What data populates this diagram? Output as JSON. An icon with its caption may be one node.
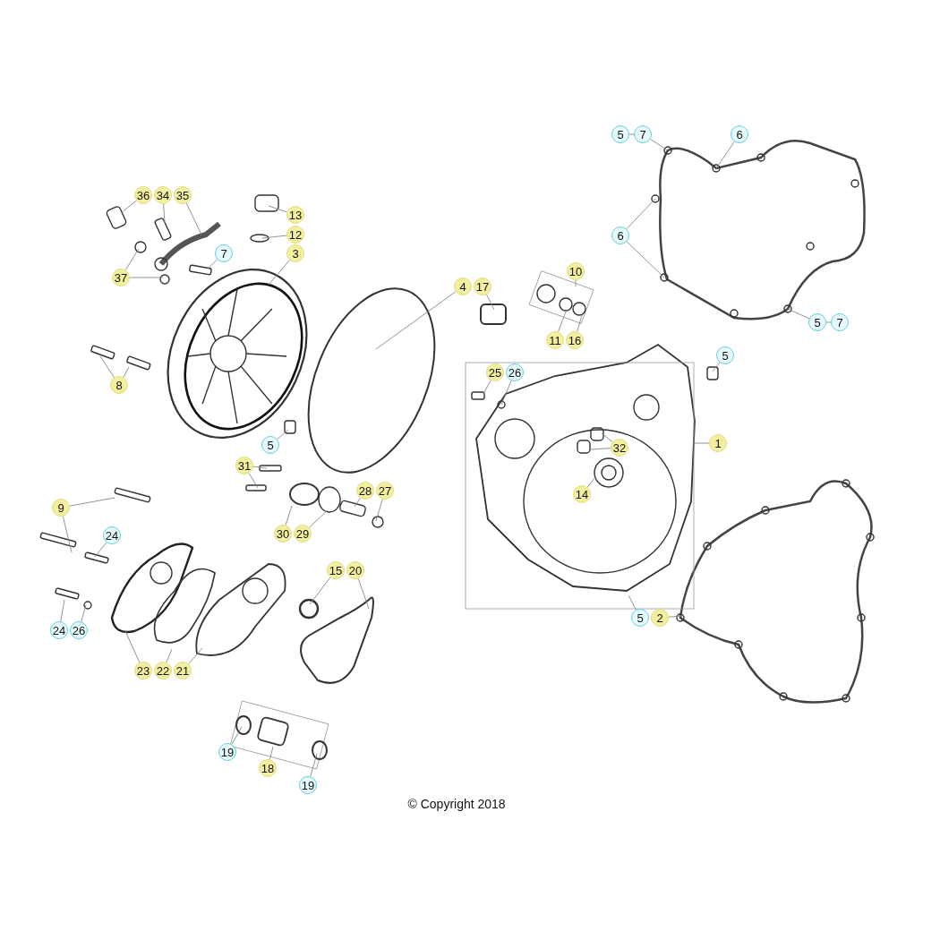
{
  "diagram": {
    "nodes": [
      {
        "text": [
          "5"
        ]
      },
      {
        "text": [
          "7"
        ]
      },
      {
        "text": [
          "6"
        ]
      },
      {
        "text": [
          "6"
        ]
      },
      {
        "text": [
          "5"
        ]
      },
      {
        "text": [
          "7"
        ]
      },
      {
        "text": [
          "36"
        ]
      },
      {
        "text": [
          "34"
        ]
      },
      {
        "text": [
          "35"
        ]
      },
      {
        "text": [
          "13"
        ]
      },
      {
        "text": [
          "12"
        ]
      },
      {
        "text": [
          "3"
        ]
      },
      {
        "text": [
          "7"
        ]
      },
      {
        "text": [
          "37"
        ]
      },
      {
        "text": [
          "4"
        ]
      },
      {
        "text": [
          "17"
        ]
      },
      {
        "text": [
          "10"
        ]
      },
      {
        "text": [
          "11"
        ]
      },
      {
        "text": [
          "16"
        ]
      },
      {
        "text": [
          "5"
        ]
      },
      {
        "text": [
          "8"
        ]
      },
      {
        "text": [
          "25"
        ]
      },
      {
        "text": [
          "26"
        ]
      },
      {
        "text": [
          "1"
        ]
      },
      {
        "text": [
          "5"
        ]
      },
      {
        "text": [
          "32"
        ]
      },
      {
        "text": [
          "31"
        ]
      },
      {
        "text": [
          "14"
        ]
      },
      {
        "text": [
          "28"
        ]
      },
      {
        "text": [
          "27"
        ]
      },
      {
        "text": [
          "9"
        ]
      },
      {
        "text": [
          "24"
        ]
      },
      {
        "text": [
          "30"
        ]
      },
      {
        "text": [
          "29"
        ]
      },
      {
        "text": [
          "15"
        ]
      },
      {
        "text": [
          "20"
        ]
      },
      {
        "text": [
          "5"
        ]
      },
      {
        "text": [
          "2"
        ]
      },
      {
        "text": [
          "24"
        ]
      },
      {
        "text": [
          "26"
        ]
      },
      {
        "text": [
          "23"
        ]
      },
      {
        "text": [
          "22"
        ]
      },
      {
        "text": [
          "21"
        ]
      },
      {
        "text": [
          "19"
        ]
      },
      {
        "text": [
          "18"
        ]
      },
      {
        "text": [
          "19"
        ]
      }
    ],
    "edges": [
      {
        "from": 0,
        "to": 1,
        "arrow": "none"
      },
      {
        "from": 4,
        "to": 5,
        "arrow": "none"
      },
      {
        "from": 1,
        "to": null,
        "arrow": "none"
      },
      {
        "from": 2,
        "to": null,
        "arrow": "none"
      },
      {
        "from": 3,
        "to": null,
        "arrow": "none"
      },
      {
        "from": 3,
        "to": null,
        "arrow": "none"
      },
      {
        "from": 4,
        "to": null,
        "arrow": "none"
      },
      {
        "from": 6,
        "to": null,
        "arrow": "none"
      },
      {
        "from": 7,
        "to": null,
        "arrow": "none"
      },
      {
        "from": 8,
        "to": null,
        "arrow": "none"
      },
      {
        "from": 9,
        "to": null,
        "arrow": "none"
      },
      {
        "from": 10,
        "to": null,
        "arrow": "none"
      },
      {
        "from": 11,
        "to": null,
        "arrow": "none"
      },
      {
        "from": 12,
        "to": null,
        "arrow": "none"
      },
      {
        "from": 13,
        "to": null,
        "arrow": "none"
      },
      {
        "from": 13,
        "to": null,
        "arrow": "none"
      },
      {
        "from": 14,
        "to": null,
        "arrow": "none"
      },
      {
        "from": 15,
        "to": null,
        "arrow": "none"
      },
      {
        "from": 16,
        "to": null,
        "arrow": "none"
      },
      {
        "from": 17,
        "to": null,
        "arrow": "none"
      },
      {
        "from": 18,
        "to": null,
        "arrow": "none"
      },
      {
        "from": 19,
        "to": null,
        "arrow": "none"
      },
      {
        "from": 20,
        "to": null,
        "arrow": "none"
      },
      {
        "from": 20,
        "to": null,
        "arrow": "none"
      },
      {
        "from": 21,
        "to": null,
        "arrow": "none"
      },
      {
        "from": 22,
        "to": null,
        "arrow": "none"
      },
      {
        "from": 23,
        "to": null,
        "arrow": "none"
      },
      {
        "from": 24,
        "to": null,
        "arrow": "none"
      },
      {
        "from": 25,
        "to": null,
        "arrow": "none"
      },
      {
        "from": 25,
        "to": null,
        "arrow": "none"
      },
      {
        "from": 26,
        "to": null,
        "arrow": "none"
      },
      {
        "from": 26,
        "to": null,
        "arrow": "none"
      },
      {
        "from": 27,
        "to": null,
        "arrow": "none"
      },
      {
        "from": 28,
        "to": null,
        "arrow": "none"
      },
      {
        "from": 29,
        "to": null,
        "arrow": "none"
      },
      {
        "from": 30,
        "to": null,
        "arrow": "none"
      },
      {
        "from": 30,
        "to": null,
        "arrow": "none"
      },
      {
        "from": 31,
        "to": null,
        "arrow": "none"
      },
      {
        "from": 32,
        "to": null,
        "arrow": "none"
      },
      {
        "from": 33,
        "to": null,
        "arrow": "none"
      },
      {
        "from": 34,
        "to": null,
        "arrow": "none"
      },
      {
        "from": 35,
        "to": null,
        "arrow": "none"
      },
      {
        "from": 36,
        "to": null,
        "arrow": "none"
      },
      {
        "from": 37,
        "to": null,
        "arrow": "none"
      },
      {
        "from": 38,
        "to": null,
        "arrow": "none"
      },
      {
        "from": 39,
        "to": null,
        "arrow": "none"
      },
      {
        "from": 40,
        "to": null,
        "arrow": "none"
      },
      {
        "from": 41,
        "to": null,
        "arrow": "none"
      },
      {
        "from": 42,
        "to": null,
        "arrow": "none"
      },
      {
        "from": 43,
        "to": null,
        "arrow": "none"
      },
      {
        "from": 44,
        "to": null,
        "arrow": "none"
      },
      {
        "from": 45,
        "to": null,
        "arrow": "none"
      }
    ],
    "labels": [
      "© Copyright 2018"
    ]
  }
}
